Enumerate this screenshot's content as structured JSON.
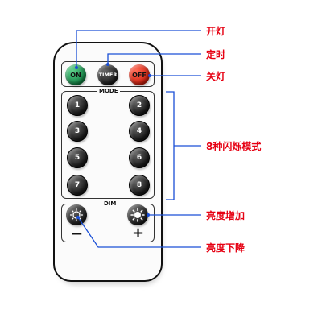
{
  "remote": {
    "buttons": {
      "on": "ON",
      "timer": "TIMER",
      "off": "OFF"
    },
    "mode_label": "MODE",
    "numbers": [
      "1",
      "2",
      "3",
      "4",
      "5",
      "6",
      "7",
      "8"
    ],
    "dim_label": "DIM",
    "minus": "−",
    "plus": "+"
  },
  "annotations": {
    "on": "开灯",
    "timer": "定时",
    "off": "关灯",
    "modes": "8种闪烁模式",
    "brightness_up": "亮度增加",
    "brightness_down": "亮度下降"
  },
  "colors": {
    "on_button": "#138445",
    "off_button": "#d0210f",
    "annotation": "#e60012",
    "leader_line": "#1a4fd6"
  }
}
